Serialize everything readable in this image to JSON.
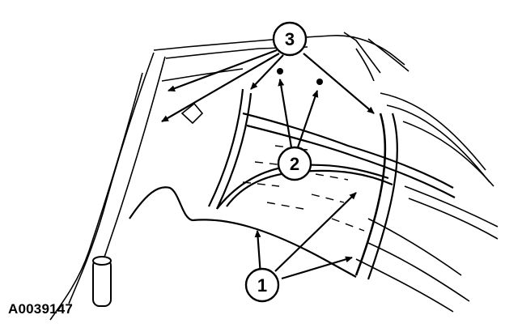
{
  "figure": {
    "id_label": "A0039147",
    "callouts": [
      {
        "number": "1",
        "ref": "callout-1"
      },
      {
        "number": "2",
        "ref": "callout-2"
      },
      {
        "number": "3",
        "ref": "callout-3"
      }
    ]
  },
  "colors": {
    "line": "#000000",
    "background": "#ffffff"
  }
}
